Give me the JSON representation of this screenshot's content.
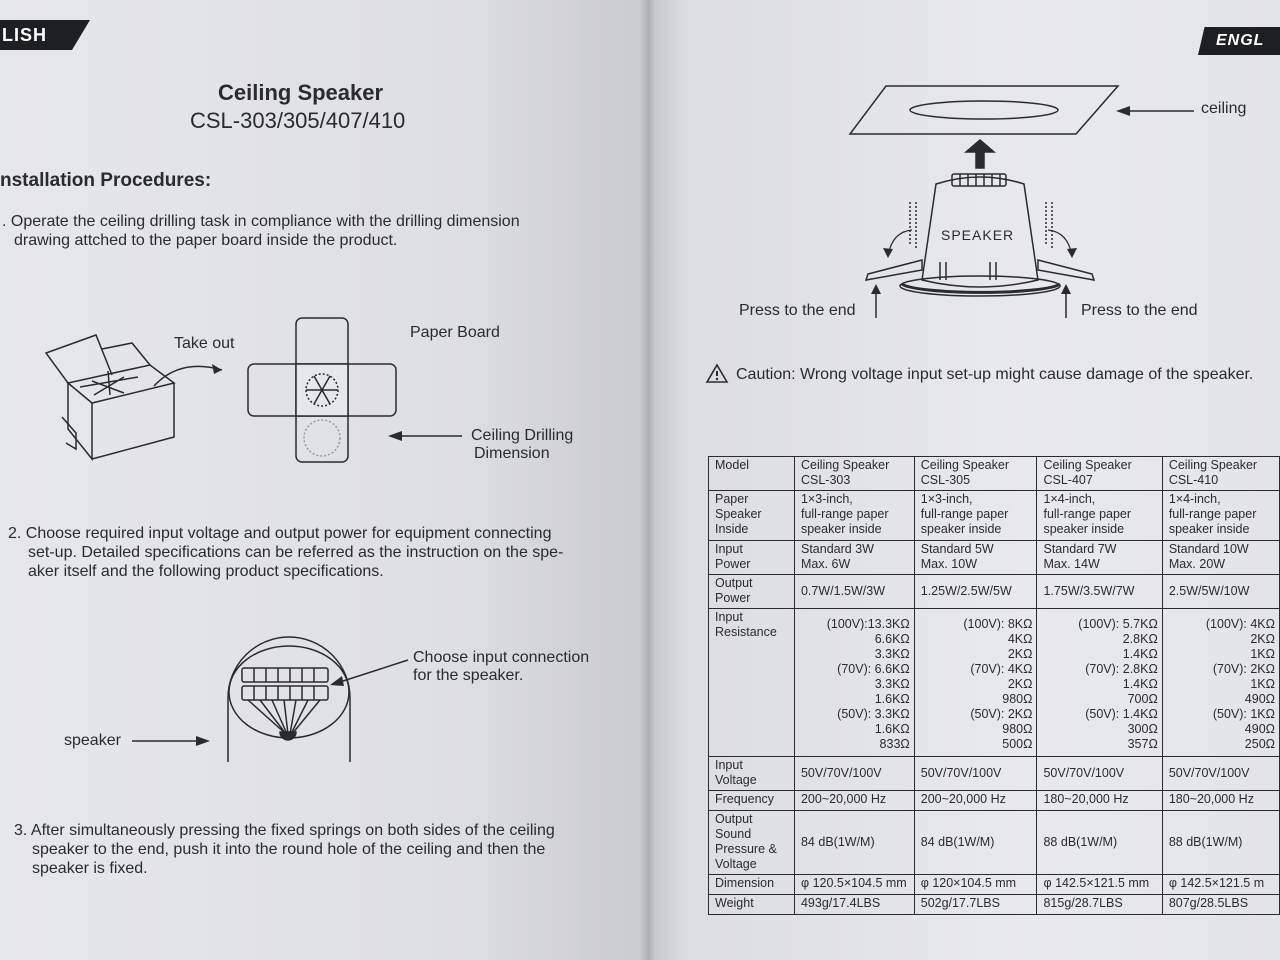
{
  "left_page": {
    "tab": "LISH",
    "title": "Ceiling Speaker",
    "models": "CSL-303/305/407/410",
    "section_title": "nstallation Procedures:",
    "step1": {
      "line1": ". Operate the ceiling drilling task in compliance with the drilling dimension",
      "line2": "drawing attched to the paper board inside the product."
    },
    "fig1": {
      "take_out": "Take out",
      "paper_board": "Paper Board",
      "drilling_line1": "Ceiling Drilling",
      "drilling_line2": "Dimension"
    },
    "step2": {
      "line1": "2. Choose required input voltage and output power for equipment connecting",
      "line2": "set-up. Detailed specifications can be referred as the instruction on the spe-",
      "line3": "aker itself and the following product specifications."
    },
    "fig2": {
      "choose_line1": "Choose input connection",
      "choose_line2": "for the speaker.",
      "speaker": "speaker"
    },
    "step3": {
      "line1": "3. After simultaneously pressing the fixed springs on both sides of the ceiling",
      "line2": "speaker to the end, push it into the round hole of the ceiling and then the",
      "line3": "speaker is fixed."
    }
  },
  "right_page": {
    "tab": "ENGL",
    "fig3": {
      "ceiling": "ceiling",
      "speaker": "SPEAKER",
      "press_left": "Press to the end",
      "press_right": "Press to the end"
    },
    "caution": "Caution: Wrong voltage input set-up might cause damage of the speaker.",
    "spec_table": {
      "row_labels": {
        "model": "Model",
        "paper_l1": "Paper",
        "paper_l2": "Speaker",
        "paper_l3": "Inside",
        "input_power_l1": "Input",
        "input_power_l2": "Power",
        "output_power_l1": "Output",
        "output_power_l2": "Power",
        "input_res_l1": "Input",
        "input_res_l2": "Resistance",
        "input_volt_l1": "Input",
        "input_volt_l2": "Voltage",
        "frequency": "Frequency",
        "spl_l1": "Output",
        "spl_l2": "Sound",
        "spl_l3": "Pressure &",
        "spl_l4": "Voltage",
        "dimension": "Dimension",
        "weight": "Weight"
      },
      "columns": [
        {
          "model_l1": "Ceiling Speaker",
          "model_l2": "CSL-303",
          "paper_l1": "1×3-inch,",
          "paper_l2": "full-range paper",
          "paper_l3": "speaker inside",
          "input_power_l1": "Standard 3W",
          "input_power_l2": "Max. 6W",
          "output_power": "0.7W/1.5W/3W",
          "resistance": [
            "(100V):13.3KΩ",
            "6.6KΩ",
            "3.3KΩ",
            "(70V): 6.6KΩ",
            "3.3KΩ",
            "1.6KΩ",
            "(50V): 3.3KΩ",
            "1.6KΩ",
            "833Ω"
          ],
          "input_voltage": "50V/70V/100V",
          "frequency": "200~20,000 Hz",
          "spl": "84 dB(1W/M)",
          "dimension": "φ 120.5×104.5 mm",
          "weight": "493g/17.4LBS"
        },
        {
          "model_l1": "Ceiling Speaker",
          "model_l2": "CSL-305",
          "paper_l1": "1×3-inch,",
          "paper_l2": "full-range paper",
          "paper_l3": "speaker inside",
          "input_power_l1": "Standard 5W",
          "input_power_l2": "Max. 10W",
          "output_power": "1.25W/2.5W/5W",
          "resistance": [
            "(100V):    8KΩ",
            "4KΩ",
            "2KΩ",
            "(70V):    4KΩ",
            "2KΩ",
            "980Ω",
            "(50V):    2KΩ",
            "980Ω",
            "500Ω"
          ],
          "input_voltage": "50V/70V/100V",
          "frequency": "200~20,000 Hz",
          "spl": "84 dB(1W/M)",
          "dimension": "φ 120×104.5 mm",
          "weight": "502g/17.7LBS"
        },
        {
          "model_l1": "Ceiling Speaker",
          "model_l2": "CSL-407",
          "paper_l1": "1×4-inch,",
          "paper_l2": "full-range paper",
          "paper_l3": "speaker inside",
          "input_power_l1": "Standard 7W",
          "input_power_l2": "Max. 14W",
          "output_power": "1.75W/3.5W/7W",
          "resistance": [
            "(100V): 5.7KΩ",
            "2.8KΩ",
            "1.4KΩ",
            "(70V): 2.8KΩ",
            "1.4KΩ",
            "700Ω",
            "(50V): 1.4KΩ",
            "300Ω",
            "357Ω"
          ],
          "input_voltage": "50V/70V/100V",
          "frequency": "180~20,000 Hz",
          "spl": "88 dB(1W/M)",
          "dimension": "φ 142.5×121.5 mm",
          "weight": "815g/28.7LBS"
        },
        {
          "model_l1": "Ceiling Speaker",
          "model_l2": "CSL-410",
          "paper_l1": "1×4-inch,",
          "paper_l2": "full-range paper",
          "paper_l3": "speaker inside",
          "input_power_l1": "Standard 10W",
          "input_power_l2": "Max. 20W",
          "output_power": "2.5W/5W/10W",
          "resistance": [
            "(100V):   4KΩ",
            "2KΩ",
            "1KΩ",
            "(70V):   2KΩ",
            "1KΩ",
            "490Ω",
            "(50V):   1KΩ",
            "490Ω",
            "250Ω"
          ],
          "input_voltage": "50V/70V/100V",
          "frequency": "180~20,000 Hz",
          "spl": "88 dB(1W/M)",
          "dimension": "φ 142.5×121.5 m",
          "weight": "807g/28.5LBS"
        }
      ]
    }
  }
}
